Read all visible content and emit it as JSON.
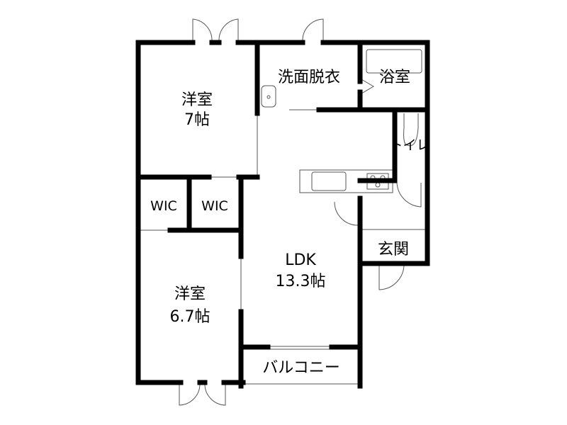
{
  "rooms": {
    "western_room_1": {
      "name": "洋室",
      "size": "7帖"
    },
    "washroom": {
      "name": "洗面脱衣"
    },
    "bathroom": {
      "name": "浴室"
    },
    "toilet": {
      "name": "トイレ"
    },
    "wic_1": {
      "name": "WIC"
    },
    "wic_2": {
      "name": "WIC"
    },
    "ldk": {
      "name": "LDK",
      "size": "13.3帖"
    },
    "entrance": {
      "name": "玄関"
    },
    "western_room_2": {
      "name": "洋室",
      "size": "6.7帖"
    },
    "balcony": {
      "name": "バルコニー"
    }
  }
}
